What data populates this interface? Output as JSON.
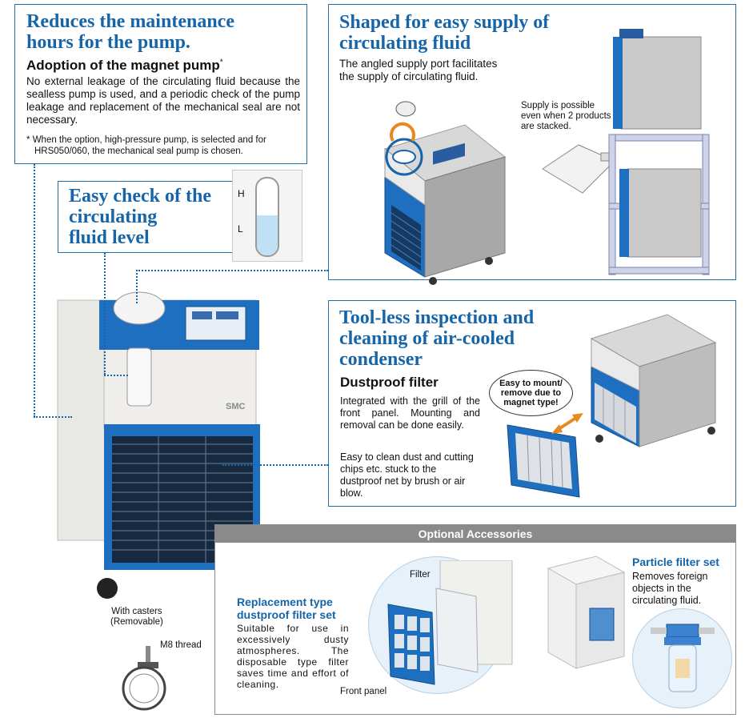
{
  "pump": {
    "title_line1": "Reduces the maintenance",
    "title_line2": "hours for the pump.",
    "subtitle": "Adoption of the magnet pump",
    "subtitle_mark": "*",
    "body": "No external leakage of the circulating fluid because the sealless pump is used, and a periodic check of the pump leakage and replacement of the mechanical seal are not necessary.",
    "note_mark": "*",
    "note": "When the option, high-pressure pump, is selected and for HRS050/060, the mechanical seal pump is chosen."
  },
  "supply": {
    "title_line1": "Shaped for easy supply of",
    "title_line2": "circulating fluid",
    "body_line1": "The angled supply port facilitates",
    "body_line2": "the supply of circulating fluid.",
    "stack_note_line1": "Supply is possible",
    "stack_note_line2": "even when 2 products",
    "stack_note_line3": "are stacked."
  },
  "level": {
    "title_line1": "Easy check of the",
    "title_line2": "circulating",
    "title_line3": "fluid level",
    "mark_high": "H",
    "mark_low": "L"
  },
  "condenser": {
    "title_line1": "Tool-less inspection and",
    "title_line2": "cleaning of air-cooled",
    "title_line3": "condenser",
    "subtitle": "Dustproof filter",
    "body1": "Integrated with the grill of the front panel. Mounting and removal can be done easily.",
    "body2": "Easy to clean dust and cutting chips etc. stuck to the dustproof net by brush or air blow.",
    "bubble_line1": "Easy to mount/",
    "bubble_line2": "remove due to",
    "bubble_line3": "magnet type!"
  },
  "unit": {
    "brand": "SMC"
  },
  "casters": {
    "label_line1": "With casters",
    "label_line2": "(Removable)",
    "thread": "M8 thread"
  },
  "accessories": {
    "header": "Optional Accessories",
    "replacement_title_line1": "Replacement type",
    "replacement_title_line2": "dustproof filter set",
    "replacement_body": "Suitable for use in excessively dusty atmospheres. The disposable type filter saves time and effort of cleaning.",
    "filter_label": "Filter",
    "front_panel_label": "Front panel",
    "particle_title": "Particle filter set",
    "particle_body_line1": "Removes foreign",
    "particle_body_line2": "objects in the",
    "particle_body_line3": "circulating fluid."
  },
  "colors": {
    "accent_blue": "#1565a8",
    "unit_blue": "#1f6fc1",
    "header_gray": "#8a8a8a"
  }
}
